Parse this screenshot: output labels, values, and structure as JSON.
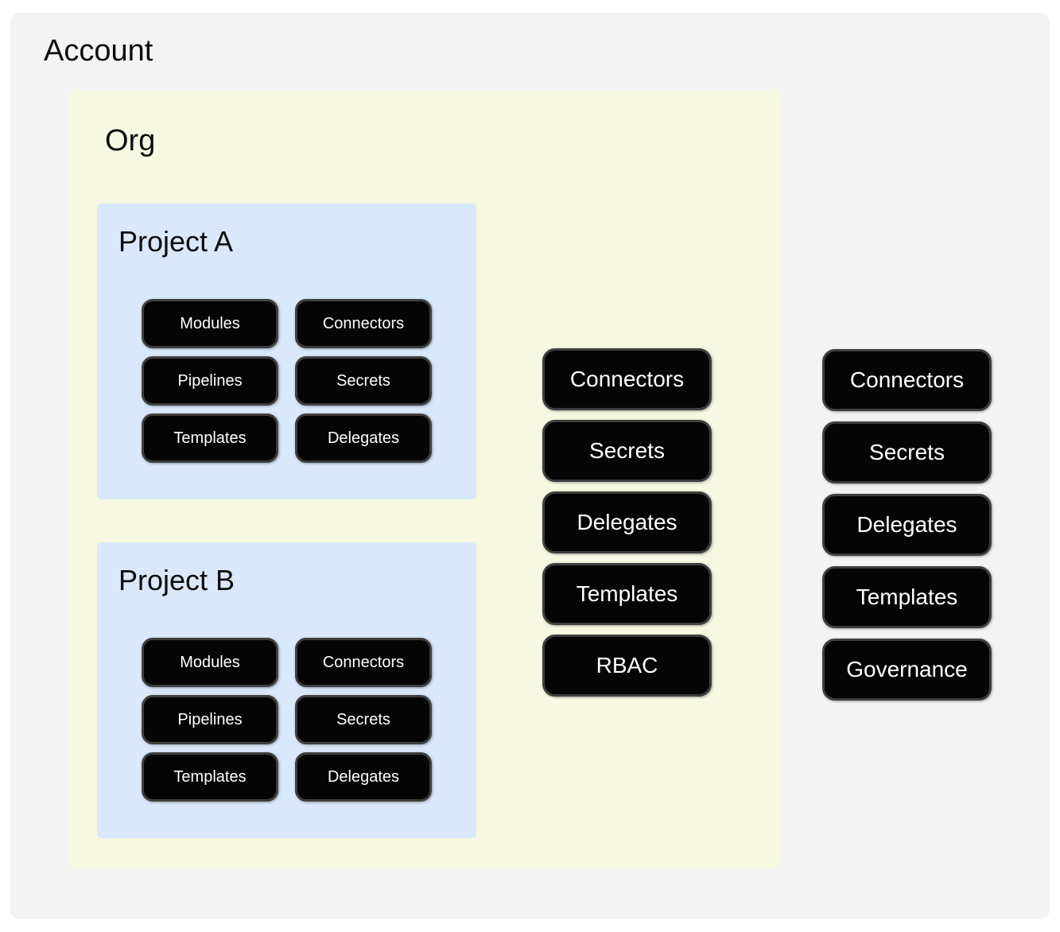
{
  "account": {
    "title": "Account",
    "resources": [
      "Connectors",
      "Secrets",
      "Delegates",
      "Templates",
      "Governance"
    ],
    "org": {
      "title": "Org",
      "resources": [
        "Connectors",
        "Secrets",
        "Delegates",
        "Templates",
        "RBAC"
      ],
      "projects": [
        {
          "title": "Project A",
          "resources": [
            "Modules",
            "Connectors",
            "Pipelines",
            "Secrets",
            "Templates",
            "Delegates"
          ]
        },
        {
          "title": "Project B",
          "resources": [
            "Modules",
            "Connectors",
            "Pipelines",
            "Secrets",
            "Templates",
            "Delegates"
          ]
        }
      ]
    }
  },
  "colors": {
    "page_bg": "#ffffff",
    "account_bg": "#f3f3f4",
    "org_bg": "#f7f8e1",
    "project_bg": "#d9e9fb",
    "pill_bg": "#050505",
    "pill_border": "#3e3e3e",
    "pill_text": "#ffffff",
    "title_text": "#0d0d0d"
  }
}
